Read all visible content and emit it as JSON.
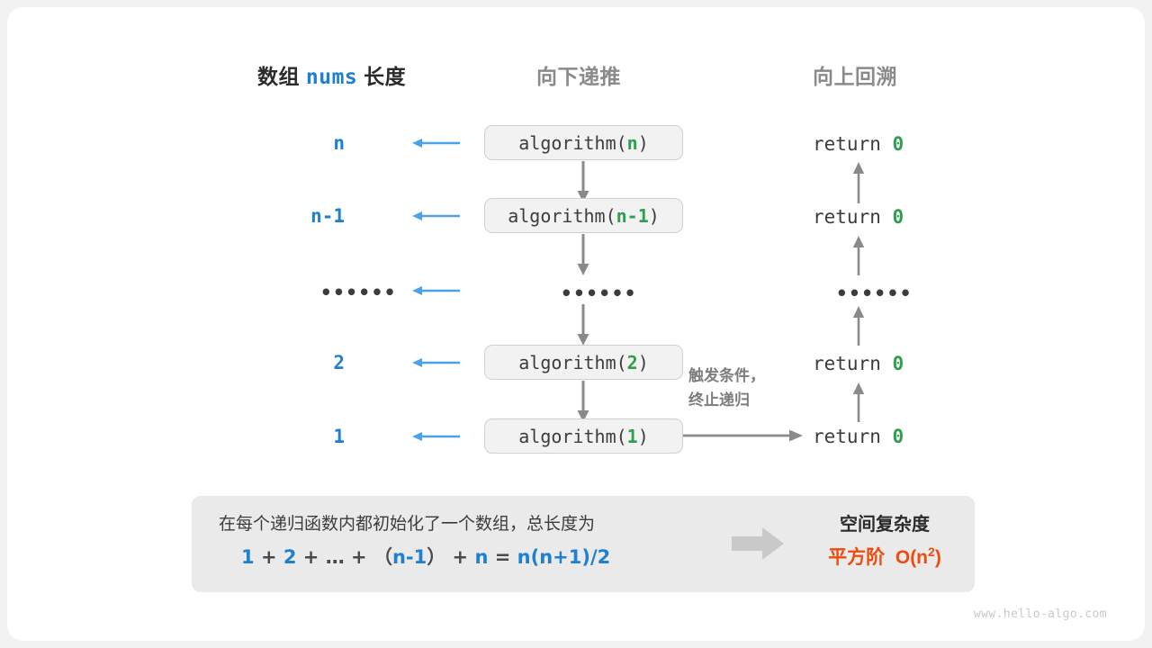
{
  "page": {
    "background": "#f2f2f2",
    "card_background": "#ffffff",
    "watermark": "www.hello-algo.com"
  },
  "colors": {
    "blue": "#1f7fd1",
    "green": "#2e9e4f",
    "orange": "#ee4b0c",
    "gray_text": "#8a8a8a",
    "dark_text": "#2b2b2b",
    "arrow_gray": "#8a8a8a",
    "box_fill": "#f2f2f2",
    "panel_fill": "#eaeaea"
  },
  "headers": {
    "left_prefix": "数组",
    "left_code": "nums",
    "left_suffix": "长度",
    "middle": "向下递推",
    "right": "向上回溯"
  },
  "rows": [
    {
      "size": "n",
      "call_prefix": "algorithm(",
      "call_arg": "n",
      "call_suffix": ")",
      "ret_prefix": "return ",
      "ret_value": "0",
      "is_ellipsis": false
    },
    {
      "size": "n-1",
      "call_prefix": "algorithm(",
      "call_arg": "n-1",
      "call_suffix": ")",
      "ret_prefix": "return ",
      "ret_value": "0",
      "is_ellipsis": false
    },
    {
      "size": "••••••",
      "call_prefix": "",
      "call_arg": "••••••",
      "call_suffix": "",
      "ret_prefix": "",
      "ret_value": "••••••",
      "is_ellipsis": true
    },
    {
      "size": "2",
      "call_prefix": "algorithm(",
      "call_arg": "2",
      "call_suffix": ")",
      "ret_prefix": "return ",
      "ret_value": "0",
      "is_ellipsis": false
    },
    {
      "size": "1",
      "call_prefix": "algorithm(",
      "call_arg": "1",
      "call_suffix": ")",
      "ret_prefix": "return ",
      "ret_value": "0",
      "is_ellipsis": false
    }
  ],
  "base_case_note": {
    "line1": "触发条件，",
    "line2": "终止递归"
  },
  "summary": {
    "description": "在每个递归函数内都初始化了一个数组，总长度为",
    "formula_parts": [
      {
        "text": "1",
        "accent": true
      },
      {
        "text": "+",
        "accent": false
      },
      {
        "text": "2",
        "accent": true
      },
      {
        "text": "+",
        "accent": false
      },
      {
        "text": "…",
        "accent": false
      },
      {
        "text": "+",
        "accent": false
      },
      {
        "text": "（",
        "accent": false
      },
      {
        "text": "n-1",
        "accent": true
      },
      {
        "text": "）",
        "accent": false
      },
      {
        "text": "+",
        "accent": false
      },
      {
        "text": "n",
        "accent": true
      },
      {
        "text": "=",
        "accent": false
      },
      {
        "text": "n(n+1)/2",
        "accent": true
      }
    ],
    "result_title": "空间复杂度",
    "result_label": "平方阶",
    "result_notation_prefix": "O(n",
    "result_notation_exp": "2",
    "result_notation_suffix": ")"
  }
}
